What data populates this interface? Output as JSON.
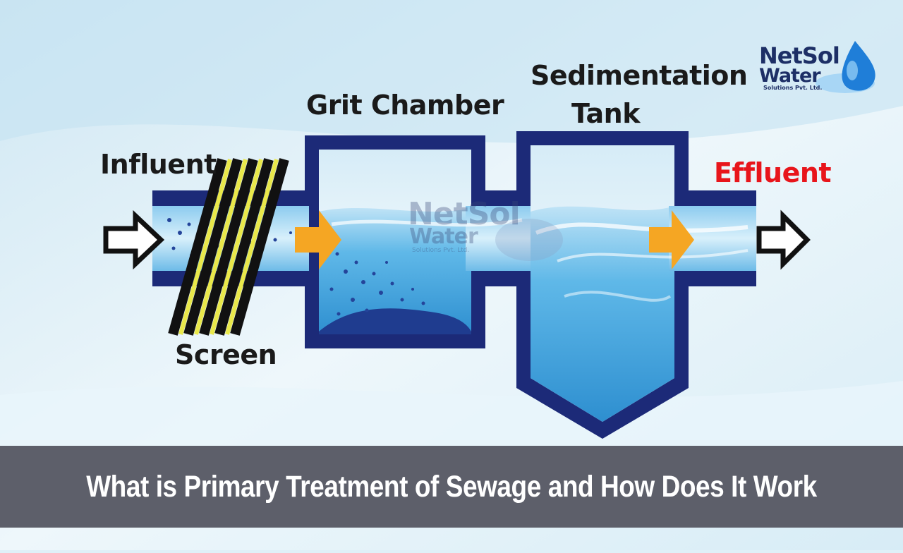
{
  "labels": {
    "influent": "Influent",
    "screen": "Screen",
    "grit_chamber": "Grit Chamber",
    "sedimentation_line1": "Sedimentation",
    "sedimentation_line2": "Tank",
    "effluent": "Effluent"
  },
  "logo": {
    "line1": "NetSol",
    "line2": "Water",
    "line3": "Solutions Pvt. Ltd."
  },
  "watermark": {
    "line1": "NetSol",
    "line2": "Water",
    "line3": "Solutions Pvt. Ltd."
  },
  "banner": {
    "title": "What is Primary Treatment of Sewage and How Does It Work"
  },
  "colors": {
    "pipe_outline": "#1c2a78",
    "water": "#3fa8e0",
    "flow_arrow": "#f5a623",
    "effluent_text": "#e8151b",
    "banner_bg": "#5d5f6a",
    "screen_bars": "#e9e84a"
  },
  "icons": {
    "inlet": "outline-arrow-right",
    "outlet": "outline-arrow-right",
    "flow": "orange-arrow-right"
  }
}
